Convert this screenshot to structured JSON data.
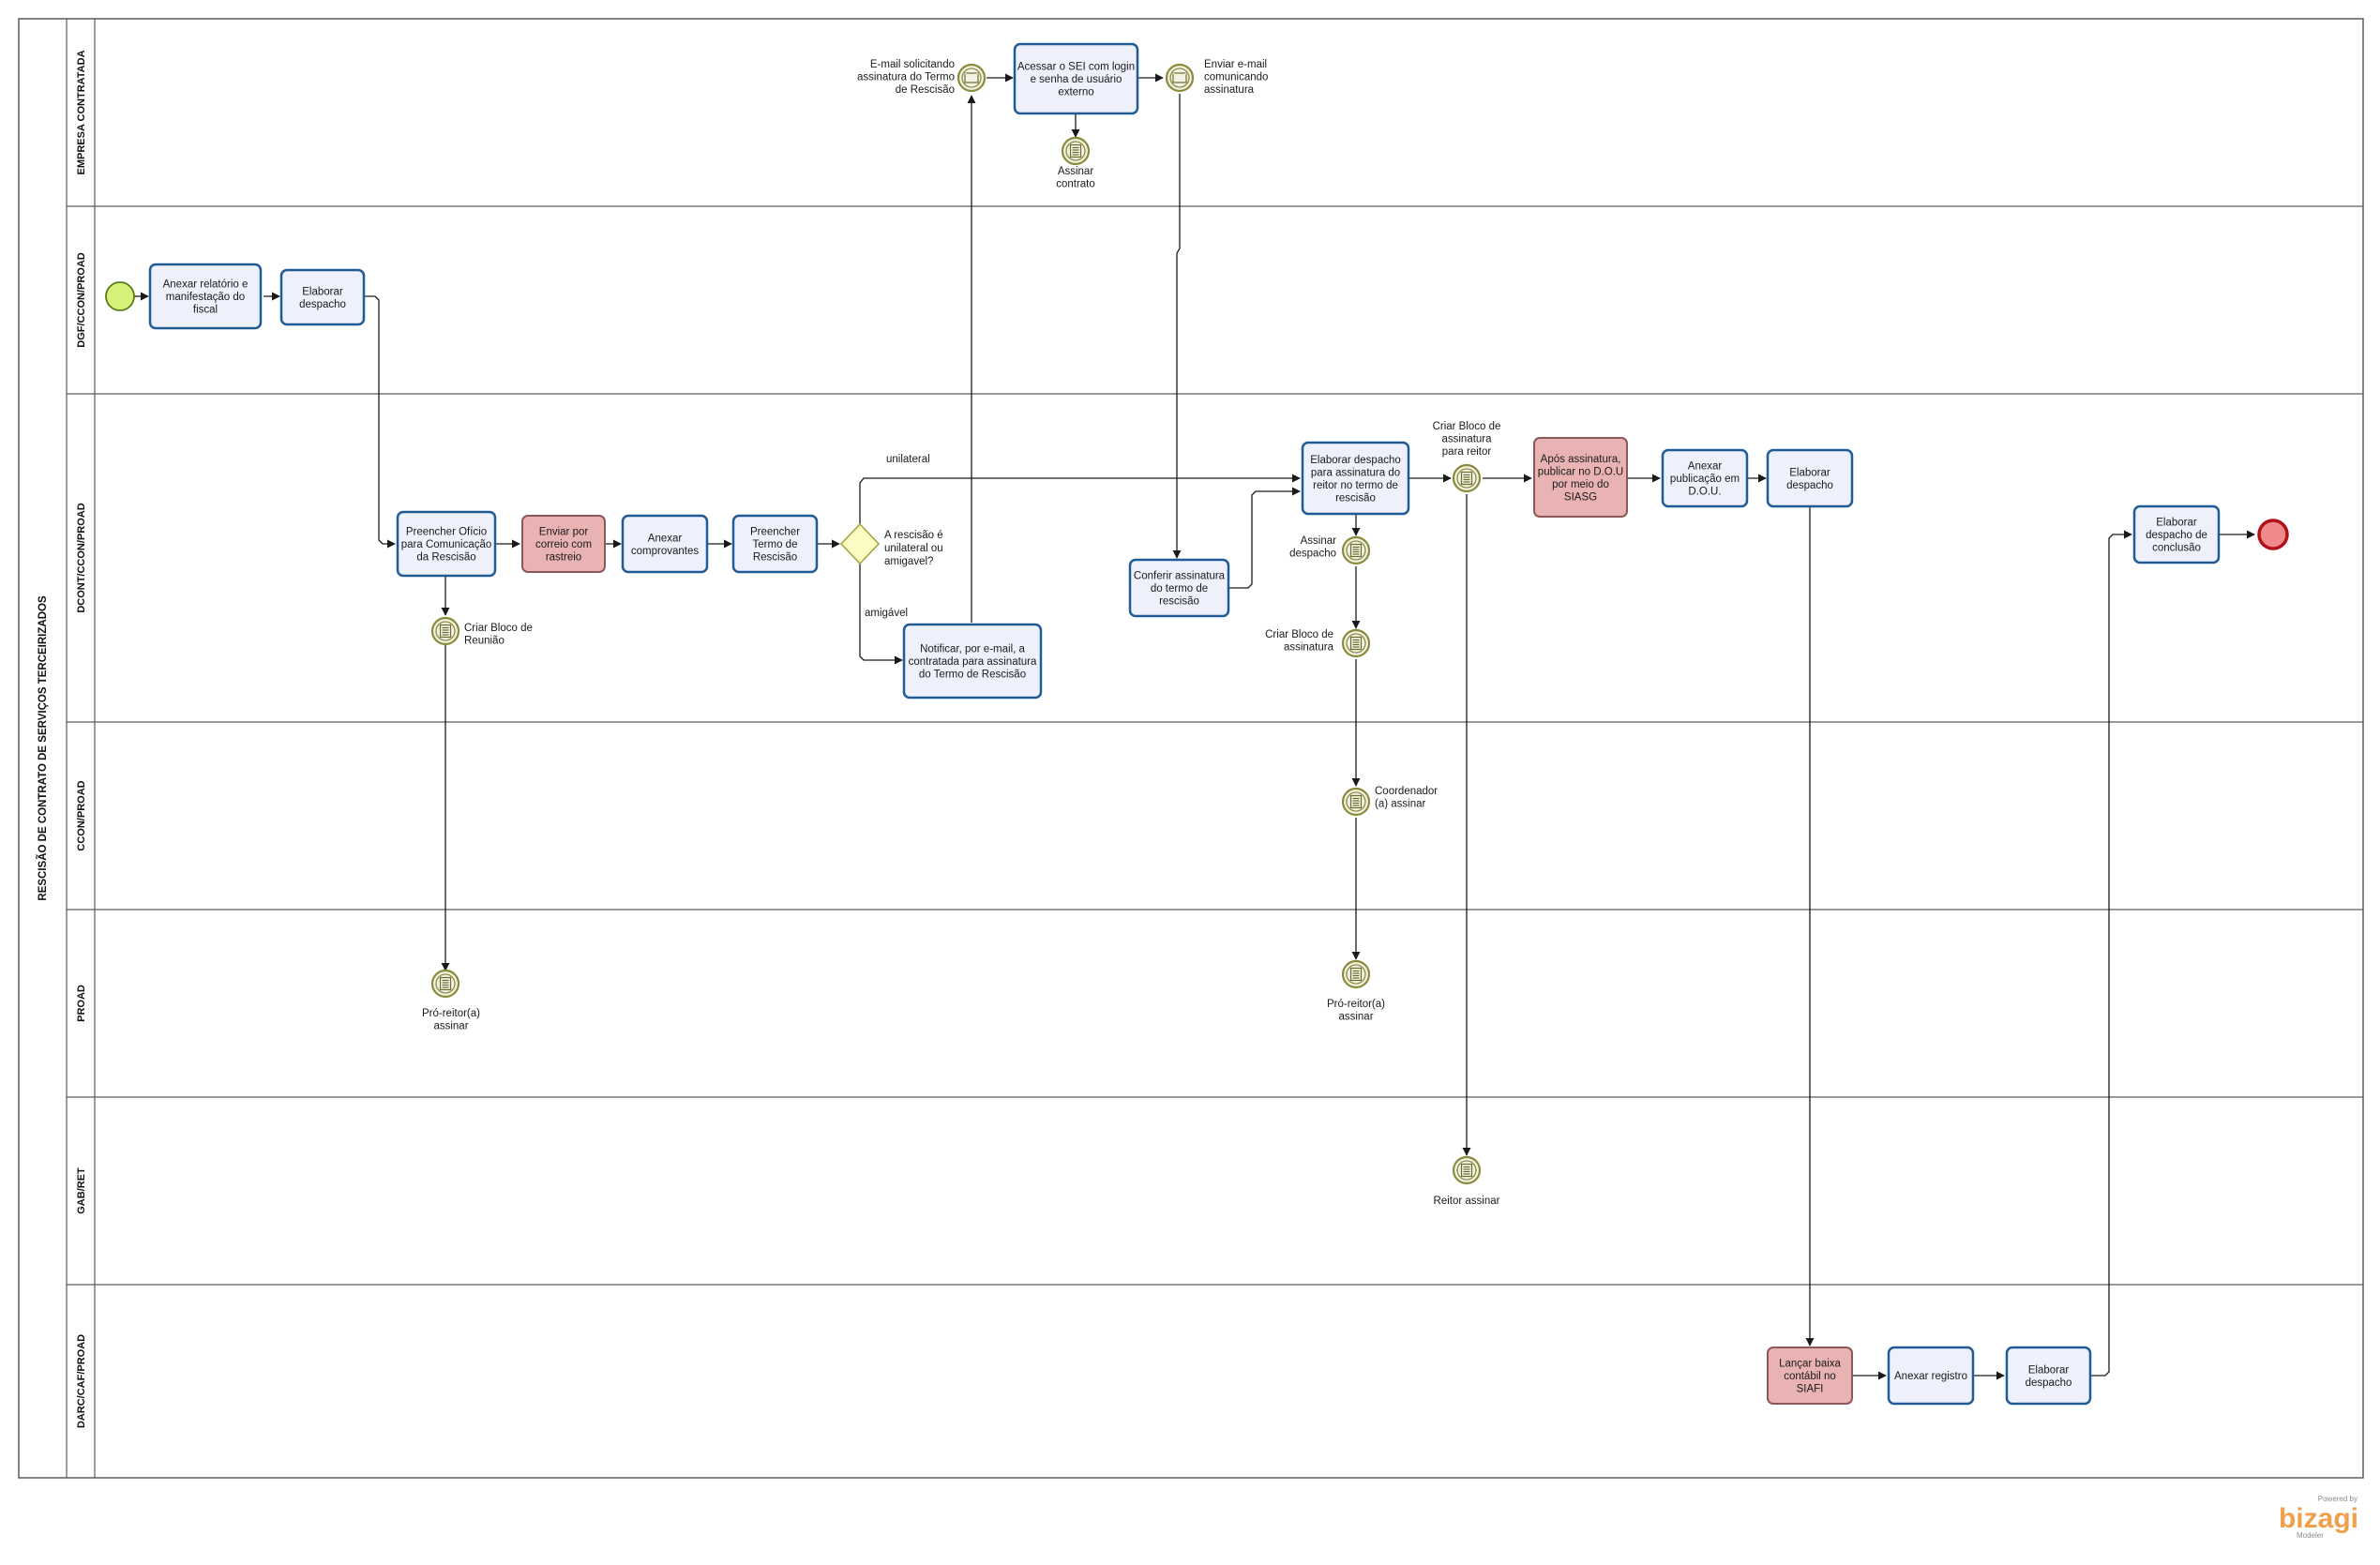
{
  "pool": {
    "title": "RESCISÃO DE CONTRATO DE SERVIÇOS TERCEIRIZADOS"
  },
  "lanes": [
    {
      "id": "empresa",
      "label": "EMPRESA CONTRATADA"
    },
    {
      "id": "dgf",
      "label": "DGF/CCON/PROAD"
    },
    {
      "id": "dcont",
      "label": "DCONT/CCON/PROAD"
    },
    {
      "id": "ccon",
      "label": "CCON/PROAD"
    },
    {
      "id": "proad",
      "label": "PROAD"
    },
    {
      "id": "gab",
      "label": "GAB/RET"
    },
    {
      "id": "darc",
      "label": "DARC/CAF/PROAD"
    }
  ],
  "tasks": [
    {
      "id": "t_anexar_relatorio",
      "lines": [
        "Anexar relatório e",
        "manifestação do",
        "fiscal"
      ]
    },
    {
      "id": "t_elab_desp_dgf",
      "lines": [
        "Elaborar",
        "despacho"
      ]
    },
    {
      "id": "t_preencher_oficio",
      "lines": [
        "Preencher Ofício",
        "para Comunicação",
        "da Rescisão"
      ]
    },
    {
      "id": "t_enviar_correio",
      "lines": [
        "Enviar por",
        "correio com",
        "rastreio"
      ]
    },
    {
      "id": "t_anexar_comprov",
      "lines": [
        "Anexar",
        "comprovantes"
      ]
    },
    {
      "id": "t_preencher_termo",
      "lines": [
        "Preencher",
        "Termo de",
        "Rescisão"
      ]
    },
    {
      "id": "t_notificar",
      "lines": [
        "Notificar, por e-mail, a",
        "contratada para assinatura",
        "do Termo de Rescisão"
      ]
    },
    {
      "id": "t_acessar_sei",
      "lines": [
        "Acessar o SEI com login",
        "e senha de usuário",
        "externo"
      ]
    },
    {
      "id": "t_conferir",
      "lines": [
        "Conferir assinatura",
        "do termo de",
        "rescisão"
      ]
    },
    {
      "id": "t_elab_desp_reitor",
      "lines": [
        "Elaborar despacho",
        "para assinatura do",
        "reitor no termo de",
        "rescisão"
      ]
    },
    {
      "id": "t_publicar_dou",
      "lines": [
        "Após assinatura,",
        "publicar no D.O.U",
        "por meio do",
        "SIASG"
      ]
    },
    {
      "id": "t_anexar_pub",
      "lines": [
        "Anexar",
        "publicação em",
        "D.O.U."
      ]
    },
    {
      "id": "t_elab_desp_dcont",
      "lines": [
        "Elaborar",
        "despacho"
      ]
    },
    {
      "id": "t_elab_desp_concl",
      "lines": [
        "Elaborar",
        "despacho de",
        "conclusão"
      ]
    },
    {
      "id": "t_lancar_baixa",
      "lines": [
        "Lançar baixa",
        "contábil no",
        "SIAFI"
      ]
    },
    {
      "id": "t_anexar_registro",
      "lines": [
        "Anexar registro"
      ]
    },
    {
      "id": "t_elab_desp_darc",
      "lines": [
        "Elaborar",
        "despacho"
      ]
    }
  ],
  "events": [
    {
      "id": "e_email_recebido",
      "kind": "message",
      "lines": [
        "E-mail solicitando",
        "assinatura do Termo",
        "de Rescisão"
      ]
    },
    {
      "id": "e_enviar_email",
      "kind": "message",
      "lines": [
        "Enviar e-mail",
        "comunicando",
        "assinatura"
      ]
    },
    {
      "id": "e_assinar_contrato",
      "kind": "document",
      "lines": [
        "Assinar",
        "contrato"
      ]
    },
    {
      "id": "e_bloco_reuniao",
      "kind": "document",
      "lines": [
        "Criar Bloco de",
        "Reunião"
      ]
    },
    {
      "id": "e_pro_reitor_1",
      "kind": "document",
      "lines": [
        "Pró-reitor(a)",
        "assinar"
      ]
    },
    {
      "id": "e_assinar_despacho",
      "kind": "document",
      "lines": [
        "Assinar",
        "despacho"
      ]
    },
    {
      "id": "e_bloco_assinatura",
      "kind": "document",
      "lines": [
        "Criar Bloco de",
        "assinatura"
      ]
    },
    {
      "id": "e_coordenador",
      "kind": "document",
      "lines": [
        "Coordenador",
        "(a) assinar"
      ]
    },
    {
      "id": "e_pro_reitor_2",
      "kind": "document",
      "lines": [
        "Pró-reitor(a)",
        "assinar"
      ]
    },
    {
      "id": "e_bloco_reitor",
      "kind": "document",
      "lines": [
        "Criar Bloco de",
        "assinatura",
        "para reitor"
      ]
    },
    {
      "id": "e_reitor_assinar",
      "kind": "document",
      "lines": [
        "Reitor assinar"
      ]
    }
  ],
  "gateway": {
    "lines": [
      "A rescisão é",
      "unilateral ou",
      "amigavel?"
    ]
  },
  "flow_labels": {
    "unilateral": "unilateral",
    "amigavel": "amigável"
  },
  "logo": {
    "top": "Powered by",
    "name": "bizagi",
    "sub": "Modeler"
  },
  "colors": {
    "task_border": "#1f5b95",
    "task_fill": "#eef1fb",
    "red_task_fill": "#e9b3b3",
    "start": "#d7f27a",
    "end": "#f08a8a",
    "gateway": "#fbfbc4"
  }
}
